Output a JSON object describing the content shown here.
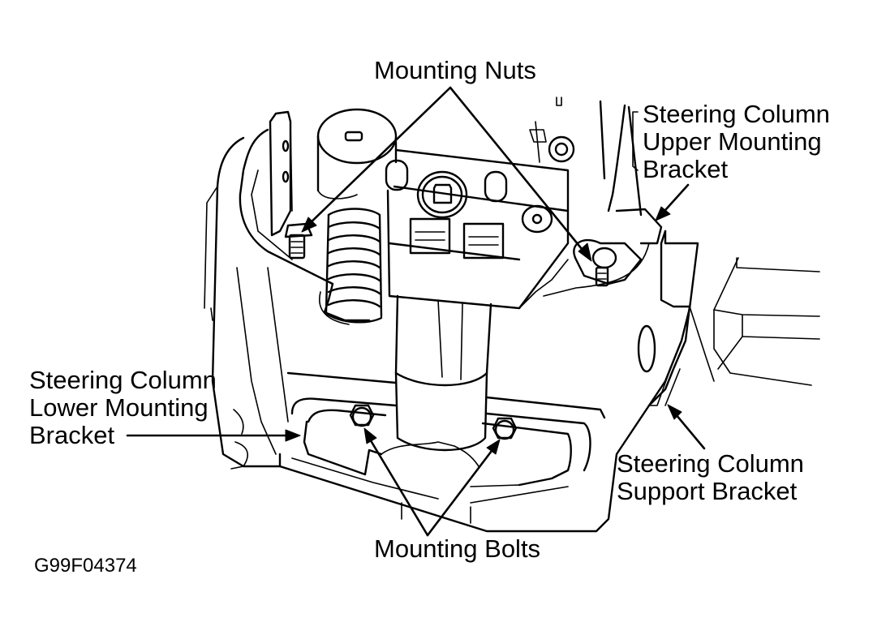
{
  "figure": {
    "code": "G99F04374",
    "colors": {
      "ink": "#000000",
      "background": "#ffffff"
    }
  },
  "labels": {
    "mounting_nuts": "Mounting Nuts",
    "upper_bracket": [
      "Steering Column",
      "Upper Mounting",
      "Bracket"
    ],
    "lower_bracket": [
      "Steering Column",
      "Lower Mounting",
      "Bracket"
    ],
    "support_bracket": [
      "Steering Column",
      "Support Bracket"
    ],
    "mounting_bolts": "Mounting Bolts"
  }
}
